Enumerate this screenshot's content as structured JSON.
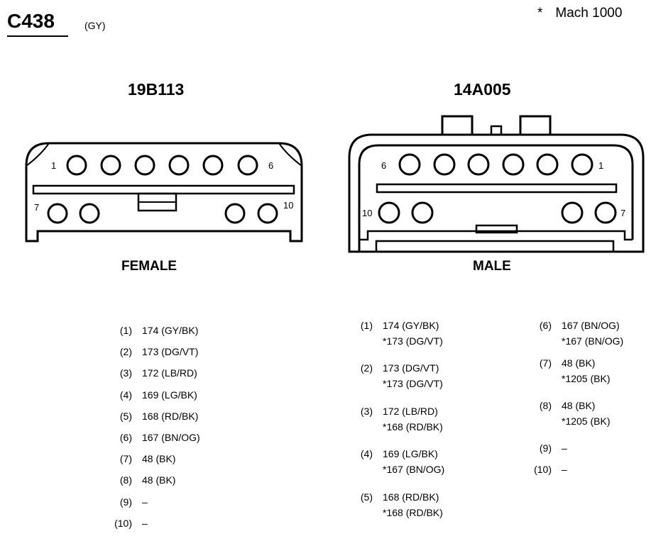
{
  "header": {
    "connector_id": "C438",
    "color_code": "(GY)",
    "note_marker": "*",
    "note_text": "Mach 1000"
  },
  "connectors": {
    "left": {
      "part_number": "19B113",
      "gender": "FEMALE",
      "pin_labels": {
        "p1": "1",
        "p6": "6",
        "p7": "7",
        "p10": "10"
      }
    },
    "right": {
      "part_number": "14A005",
      "gender": "MALE",
      "pin_labels": {
        "p1": "1",
        "p6": "6",
        "p7": "7",
        "p10": "10"
      }
    }
  },
  "female_pins": [
    {
      "pin": "(1)",
      "circuit": "174 (GY/BK)"
    },
    {
      "pin": "(2)",
      "circuit": "173 (DG/VT)"
    },
    {
      "pin": "(3)",
      "circuit": "172 (LB/RD)"
    },
    {
      "pin": "(4)",
      "circuit": "169 (LG/BK)"
    },
    {
      "pin": "(5)",
      "circuit": "168 (RD/BK)"
    },
    {
      "pin": "(6)",
      "circuit": "167 (BN/OG)"
    },
    {
      "pin": "(7)",
      "circuit": "48 (BK)"
    },
    {
      "pin": "(8)",
      "circuit": "48 (BK)"
    },
    {
      "pin": "(9)",
      "circuit": "–"
    },
    {
      "pin": "(10)",
      "circuit": "–"
    }
  ],
  "male_pins_col1": [
    {
      "pin": "(1)",
      "circuit": "174 (GY/BK)",
      "alt": "*173 (DG/VT)"
    },
    {
      "pin": "(2)",
      "circuit": "173 (DG/VT)",
      "alt": "*173 (DG/VT)"
    },
    {
      "pin": "(3)",
      "circuit": "172 (LB/RD)",
      "alt": "*168 (RD/BK)"
    },
    {
      "pin": "(4)",
      "circuit": "169 (LG/BK)",
      "alt": "*167 (BN/OG)"
    },
    {
      "pin": "(5)",
      "circuit": "168 (RD/BK)",
      "alt": "*168 (RD/BK)"
    }
  ],
  "male_pins_col2": [
    {
      "pin": "(6)",
      "circuit": "167 (BN/OG)",
      "alt": "*167 (BN/OG)"
    },
    {
      "pin": "(7)",
      "circuit": "48 (BK)",
      "alt": "*1205 (BK)"
    },
    {
      "pin": "(8)",
      "circuit": "48 (BK)",
      "alt": "*1205 (BK)"
    },
    {
      "pin": "(9)",
      "circuit": "–"
    },
    {
      "pin": "(10)",
      "circuit": "–"
    }
  ]
}
